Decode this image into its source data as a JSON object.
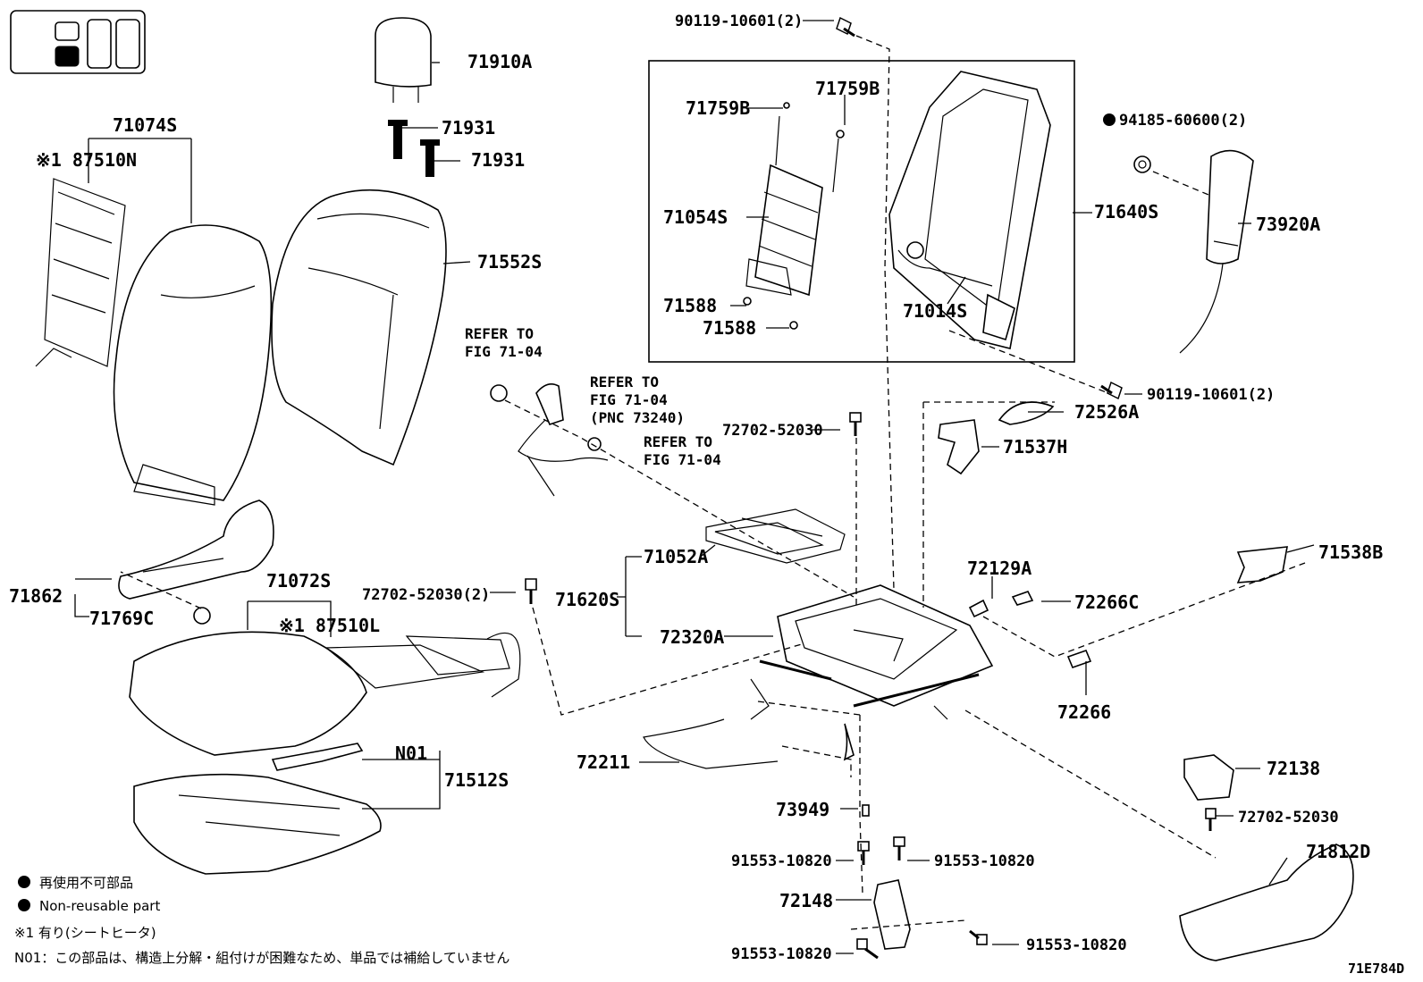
{
  "diagram_id": "71E784D",
  "parts": {
    "p71074S": "71074S",
    "p87510N": "※1 87510N",
    "p71910A": "71910A",
    "p71931a": "71931",
    "p71931b": "71931",
    "p71552S": "71552S",
    "p71759B_l": "71759B",
    "p71759B_r": "71759B",
    "p71054S": "71054S",
    "p71588a": "71588",
    "p71588b": "71588",
    "p71014S": "71014S",
    "p71640S": "71640S",
    "p90119_top": "90119-10601(2)",
    "p94185": "94185-60600(2)",
    "p73920A": "73920A",
    "p90119_mid": "90119-10601(2)",
    "p72526A": "72526A",
    "p71537H": "71537H",
    "p72702_top": "72702-52030",
    "p71862": "71862",
    "p71769C": "71769C",
    "p71072S": "71072S",
    "p87510L": "※1 87510L",
    "p72702_2": "72702-52030(2)",
    "p71620S": "71620S",
    "p71052A": "71052A",
    "p72320A": "72320A",
    "p72129A": "72129A",
    "p72266C": "72266C",
    "p71538B": "71538B",
    "p72266": "72266",
    "pN01": "N01",
    "p71512S": "71512S",
    "p72211": "72211",
    "p73949": "73949",
    "p72138": "72138",
    "p72702_r": "72702-52030",
    "p71812D": "71812D",
    "p91553_l": "91553-10820",
    "p91553_r": "91553-10820",
    "p72148": "72148",
    "p91553_bl": "91553-10820",
    "p91553_br": "91553-10820"
  },
  "refs": {
    "r1_line1": "REFER TO",
    "r1_line2": "FIG 71-04",
    "r2_line1": "REFER TO",
    "r2_line2": "FIG 71-04",
    "r2_line3": "(PNC 73240)",
    "r3_line1": "REFER TO",
    "r3_line2": "FIG 71-04"
  },
  "legend": {
    "nonreusable_jp": "再使用不可部品",
    "nonreusable_en": "Non-reusable part",
    "note1": "※1 有り(シートヒータ)",
    "note_n01": "N01：この部品は、構造上分解・組付けが困難なため、単品では補給していません"
  }
}
